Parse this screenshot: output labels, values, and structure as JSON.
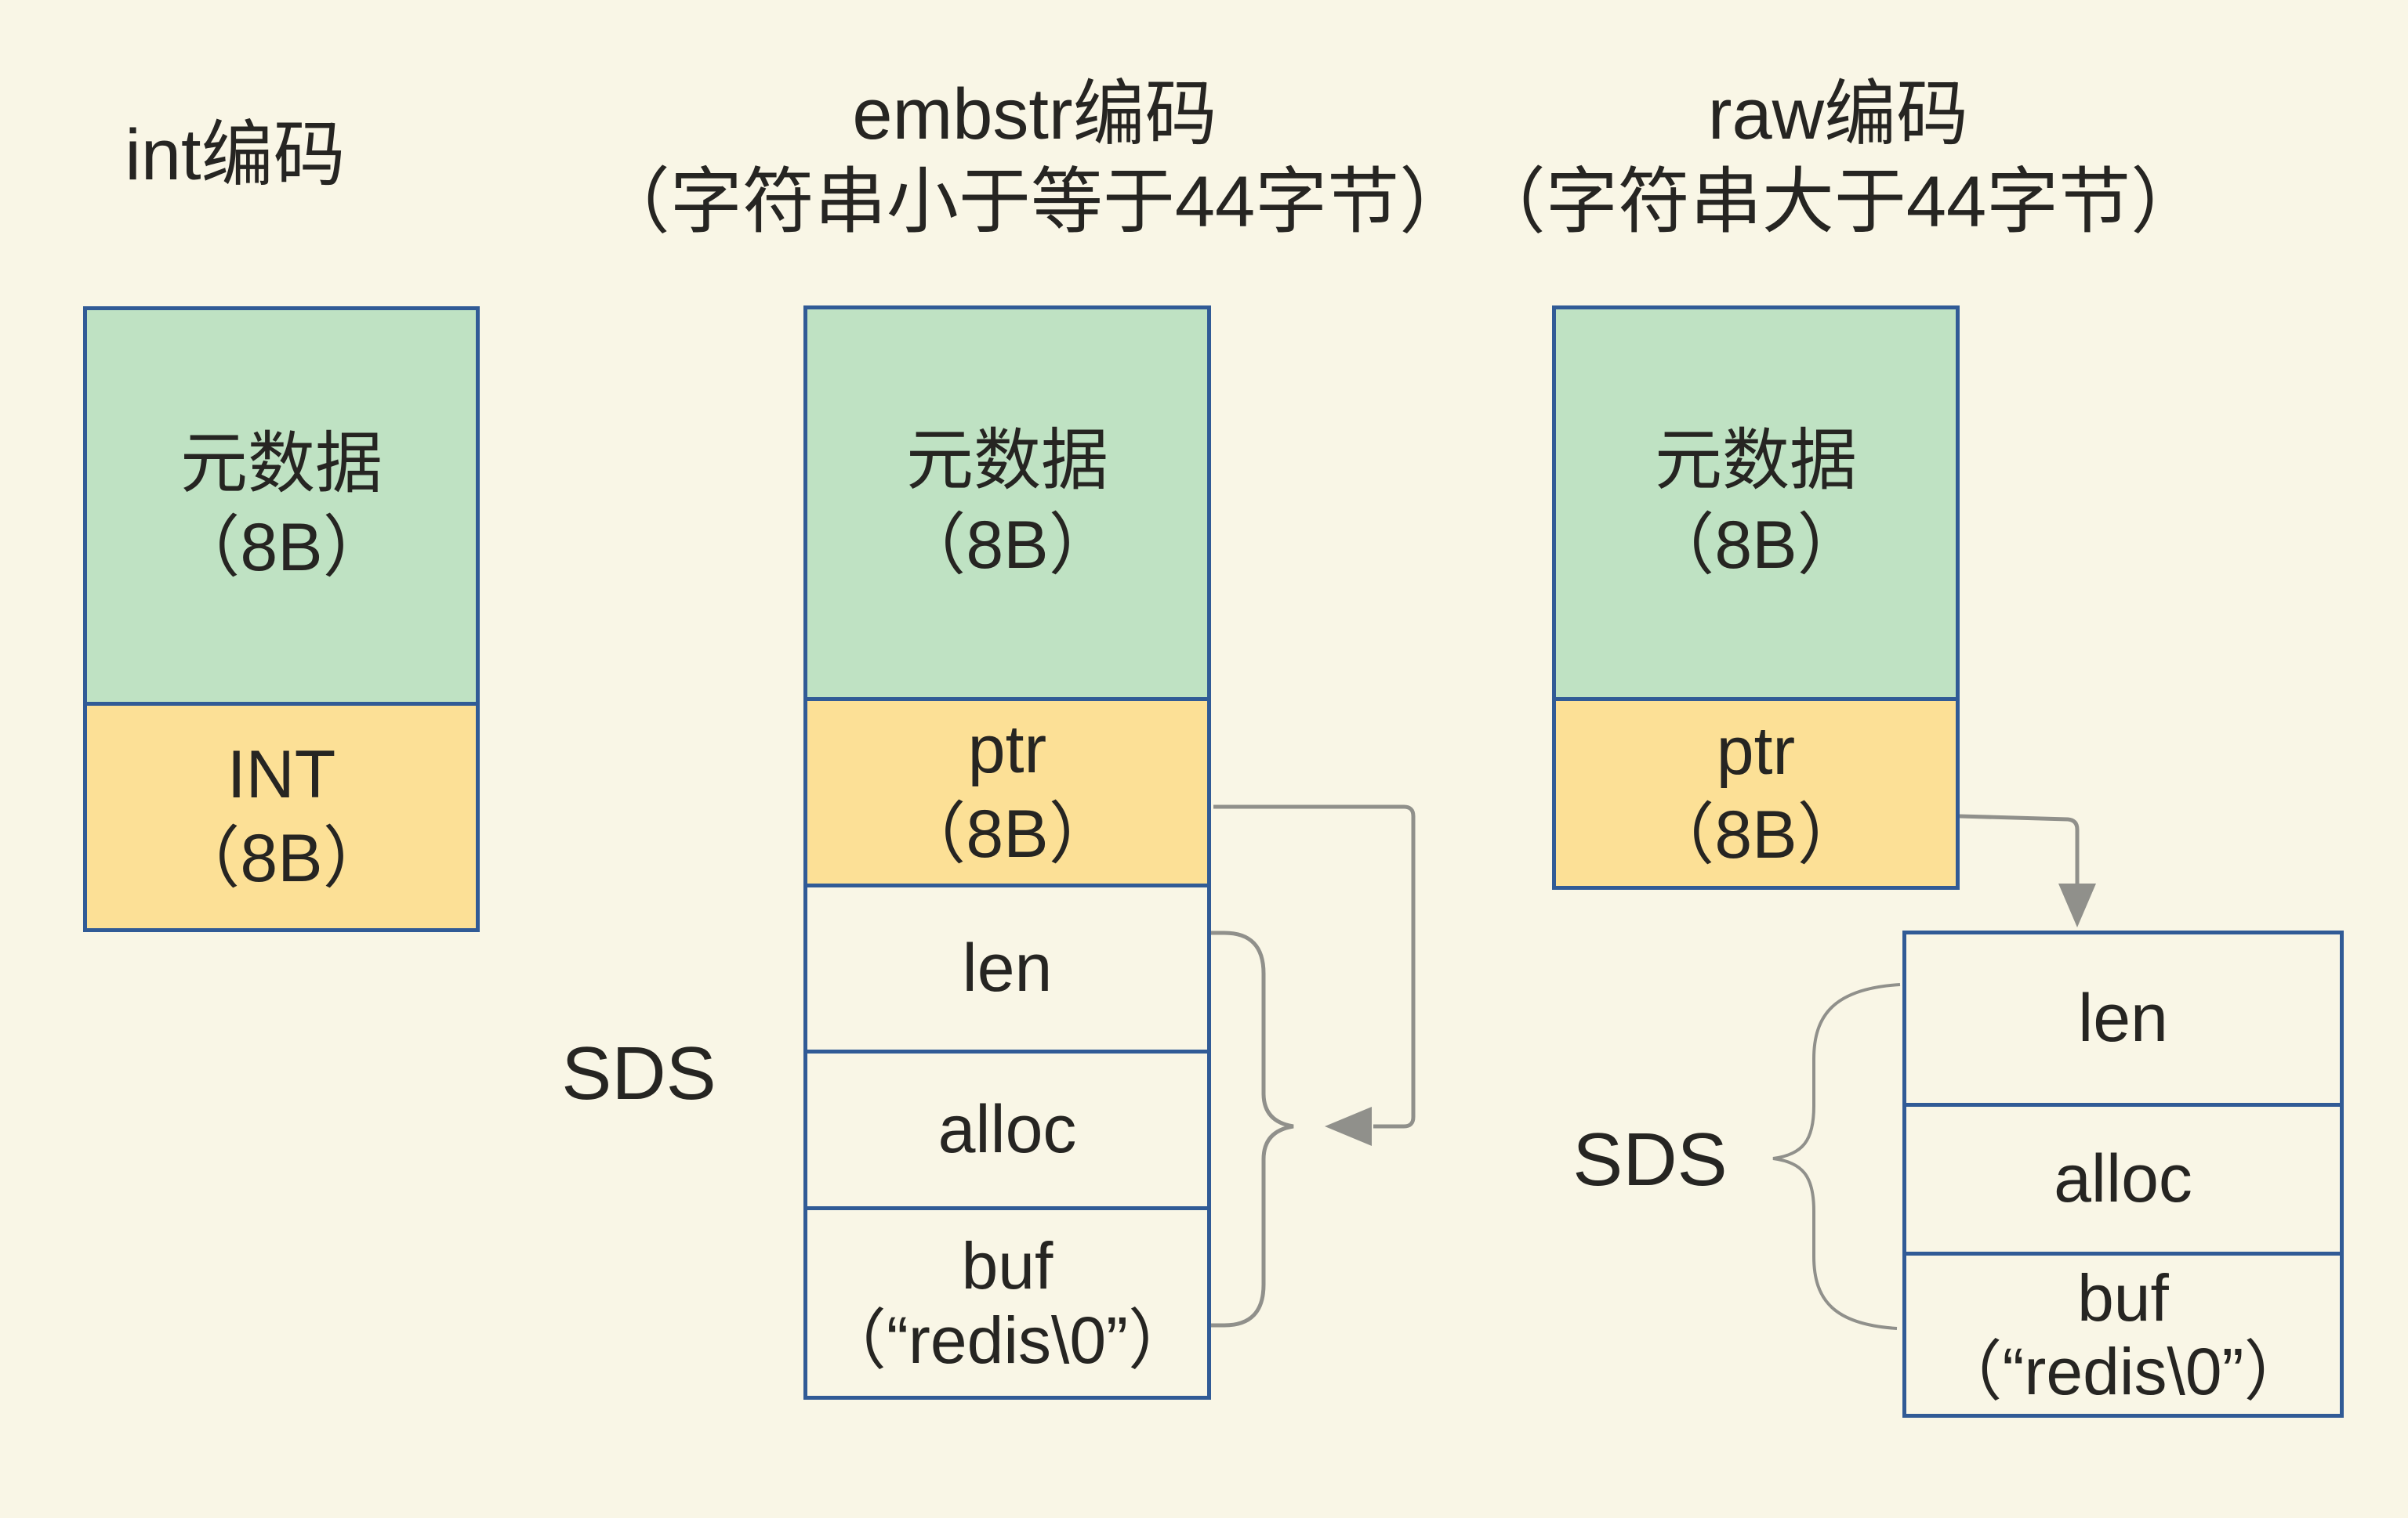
{
  "colors": {
    "background": "#f9f6e6",
    "green_fill": "#bfe2c3",
    "yellow_fill": "#fce096",
    "border_blue": "#315b96",
    "arrow_gray": "#90908b",
    "text_ink": "#262522"
  },
  "titles": {
    "int": "int编码",
    "embstr": "embstr编码\n（字符串小于等于44字节）",
    "raw": "raw编码\n（字符串大于44字节）"
  },
  "cells": {
    "int_meta": "元数据\n（8B）",
    "int_val": "INT\n（8B）",
    "embstr_meta": "元数据\n（8B）",
    "embstr_ptr": "ptr\n（8B）",
    "embstr_len": "len",
    "embstr_alloc": "alloc",
    "embstr_buf": "buf\n（“redis\\0”）",
    "raw_meta": "元数据\n（8B）",
    "raw_ptr": "ptr\n（8B）",
    "raw_len": "len",
    "raw_alloc": "alloc",
    "raw_buf": "buf\n（“redis\\0”）",
    "embstr_sds_label": "SDS",
    "raw_sds_label": "SDS"
  }
}
